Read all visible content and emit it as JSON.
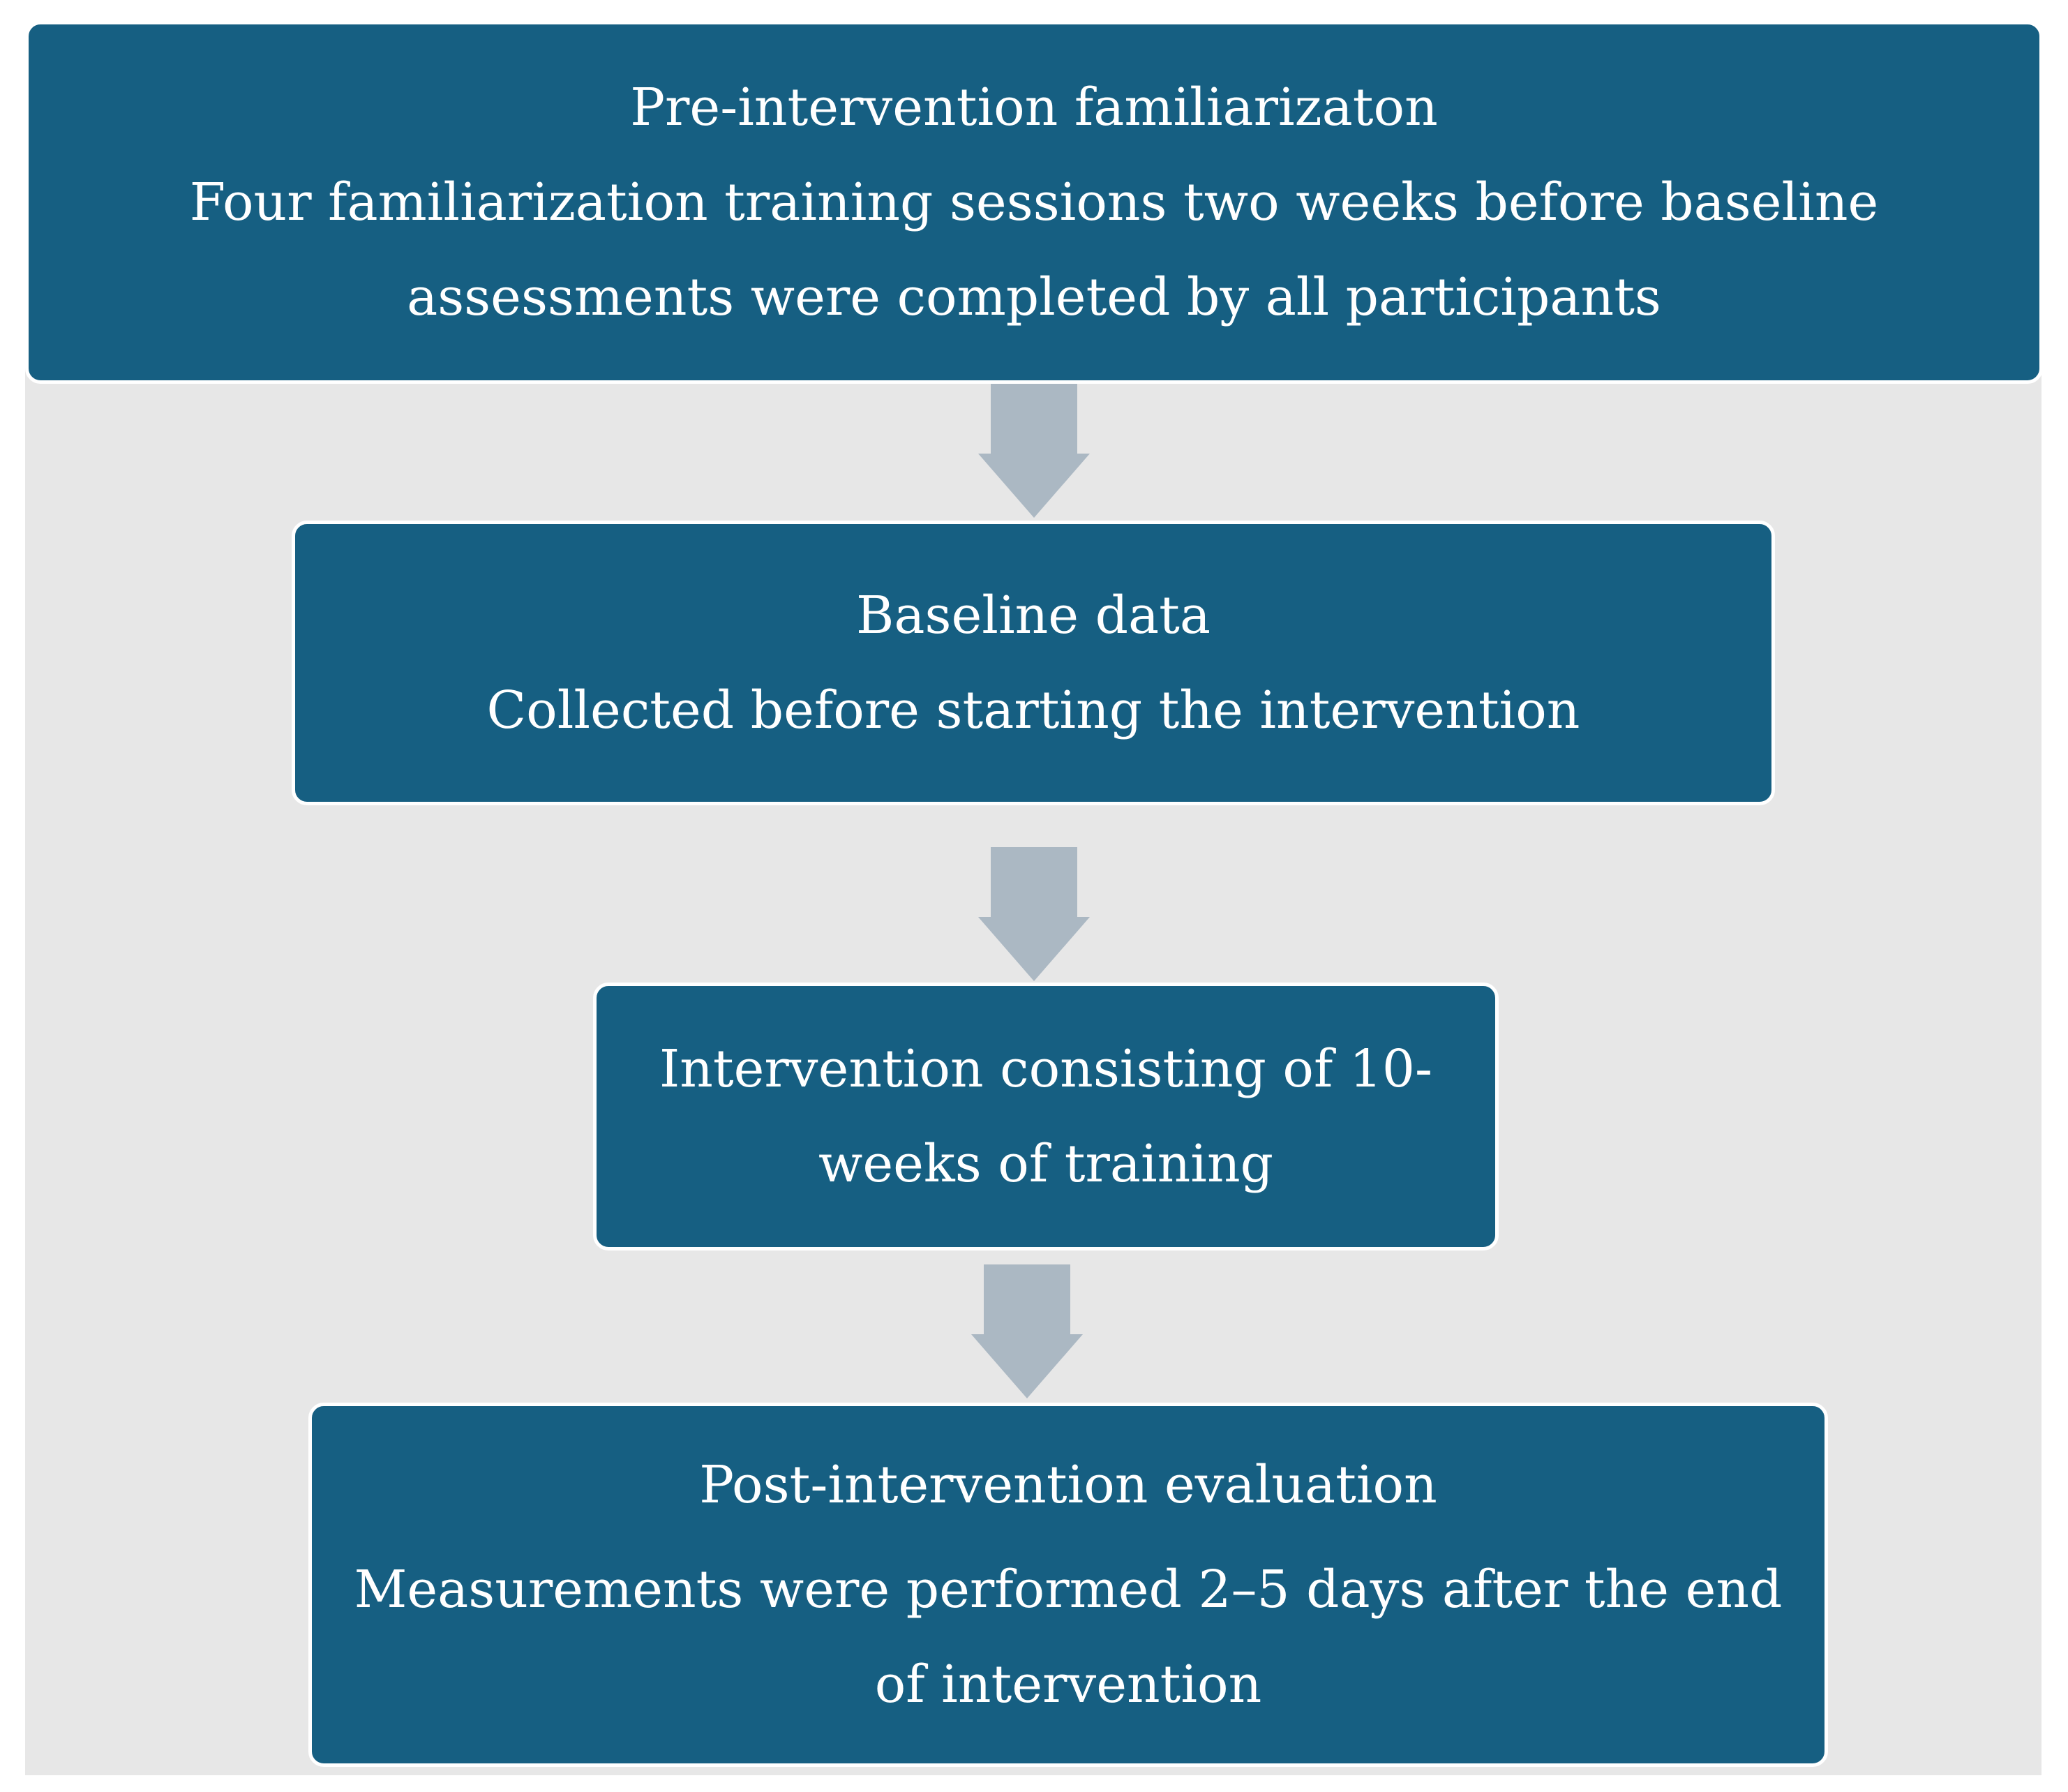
{
  "colors": {
    "box_fill": "#165f82",
    "box_border": "#ffffff",
    "background_panel": "#e7e7e7",
    "arrow": "#abb8c3",
    "text": "#ffffff"
  },
  "steps": [
    {
      "lines": [
        "Pre-intervention familiarizaton",
        "Four familiarization training sessions two weeks before baseline",
        "assessments were completed by all participants"
      ]
    },
    {
      "lines": [
        "Baseline data",
        "Collected before starting the intervention"
      ]
    },
    {
      "lines": [
        "Intervention consisting of 10-",
        "weeks of training"
      ]
    },
    {
      "lines": [
        "Post-intervention evaluation",
        "Measurements were performed 2–5 days after the end",
        "of intervention"
      ]
    }
  ],
  "arrows": [
    {
      "icon": "down-arrow-icon"
    },
    {
      "icon": "down-arrow-icon"
    },
    {
      "icon": "down-arrow-icon"
    }
  ]
}
